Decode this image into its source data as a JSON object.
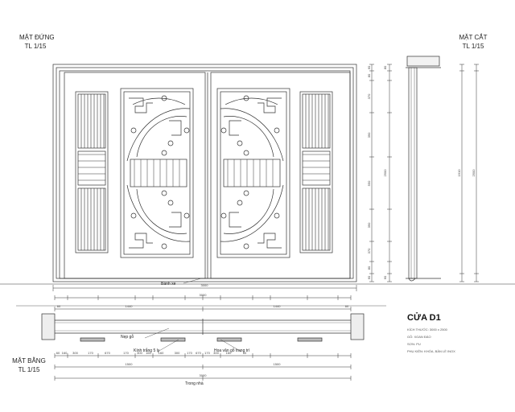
{
  "labels": {
    "elevation_title": "MẶT ĐỨNG",
    "elevation_scale": "TL 1/15",
    "section_title": "MẶT CẮT",
    "section_scale": "TL 1/15",
    "plan_title": "MẶT BẰNG",
    "plan_scale": "TL 1/15"
  },
  "door": {
    "title": "CỬA D1",
    "notes": [
      "KÍCH THƯỚC: 3000 x 2500",
      "GỖ: XOAN ĐÀO",
      "SƠN: PU",
      "PHỤ KIỆN: KHÓA, BẢN LỀ INOX"
    ]
  },
  "callouts": {
    "sill": "Bánh xe",
    "bead": "Nẹp gỗ",
    "glass": "Kính trắng 5 ly",
    "lintel": "Hoa văn gỗ trang trí",
    "interior": "Trong nhà"
  },
  "dimensions": {
    "elev_total": "3000",
    "plan_total_top": "3000",
    "plan_leaf_left": "1440",
    "plan_leaf_right": "1440",
    "plan_side_left": "60",
    "plan_side_right": "60",
    "plan_half_left": "1500",
    "plan_half_right": "1500",
    "plan_total_bottom": "3000",
    "plan_segments": [
      "60",
      "160",
      "300",
      "170",
      "670",
      "170",
      "300",
      "160",
      "160",
      "300",
      "170",
      "670",
      "170",
      "300",
      "160",
      "60"
    ],
    "height_total": "2500",
    "height_mid": "1910",
    "height_segments_left": [
      "60",
      "80",
      "370",
      "390",
      "550",
      "390",
      "370",
      "80",
      "60"
    ],
    "height_segments_right": [
      "80",
      "2500",
      "60"
    ]
  }
}
